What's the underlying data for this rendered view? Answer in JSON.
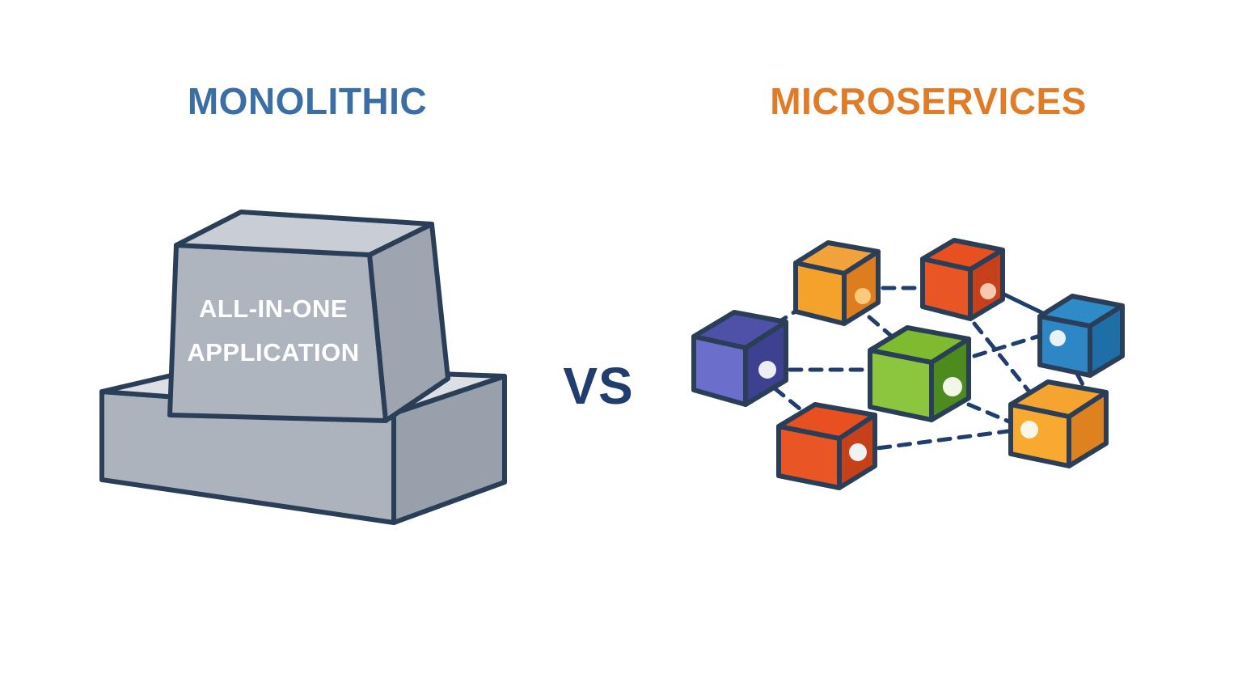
{
  "background_color": "#FFFFFF",
  "headings": {
    "left": "MONOLITHIC",
    "left_color": "#3A6EA5",
    "right": "MICROSERVICES",
    "right_color": "#E07B28"
  },
  "comparator": {
    "label": "VS",
    "color": "#1F3E6E"
  },
  "monolith": {
    "block_label_line1": "ALL-IN-ONE",
    "block_label_line2": "APPLICATION",
    "label_color": "#FFFFFF",
    "outline_color": "#2B3E58",
    "block_top_color": "#C9CED6",
    "block_front_color": "#AFB5BF",
    "block_side_color": "#9EA5B1",
    "base_top_color": "#DCE0E6",
    "base_front_color": "#ADB3BD",
    "base_side_color": "#98A0AB"
  },
  "microservices": {
    "outline_color": "#2B3E58",
    "connector_color": "#1F3E6E",
    "cubes": [
      {
        "name": "service-cube-purple",
        "color_name": "purple",
        "top": "#4F51A8",
        "left": "#6C6ECB",
        "right": "#3E4090",
        "dot": "#EDEDF5",
        "dot_side": "right"
      },
      {
        "name": "service-cube-orange-top-left",
        "color_name": "orange",
        "top": "#F2A23B",
        "left": "#F5A22C",
        "right": "#DD7D1E",
        "dot": "#FBC97A",
        "dot_side": "right"
      },
      {
        "name": "service-cube-red-top",
        "color_name": "red",
        "top": "#E8511F",
        "left": "#EA5524",
        "right": "#C6401A",
        "dot": "#F7C9AF",
        "dot_side": "right"
      },
      {
        "name": "service-cube-blue",
        "color_name": "blue",
        "top": "#2E8BC8",
        "left": "#2F86C4",
        "right": "#1E6FA8",
        "dot": "#E9F2F8",
        "dot_side": "left"
      },
      {
        "name": "service-cube-green-center",
        "color_name": "green",
        "top": "#7FBB2E",
        "left": "#8CC63F",
        "right": "#4E8B1F",
        "dot": "#F2F7EA",
        "dot_side": "right"
      },
      {
        "name": "service-cube-red-bottom-left",
        "color_name": "red",
        "top": "#E8511F",
        "left": "#EA5524",
        "right": "#C6401A",
        "dot": "#F0F2F4",
        "dot_side": "right"
      },
      {
        "name": "service-cube-orange-bottom-right",
        "color_name": "orange",
        "top": "#F5A52F",
        "left": "#F8A92F",
        "right": "#DE821F",
        "dot": "#FDF6E8",
        "dot_side": "left"
      }
    ],
    "connection_count": 11
  }
}
